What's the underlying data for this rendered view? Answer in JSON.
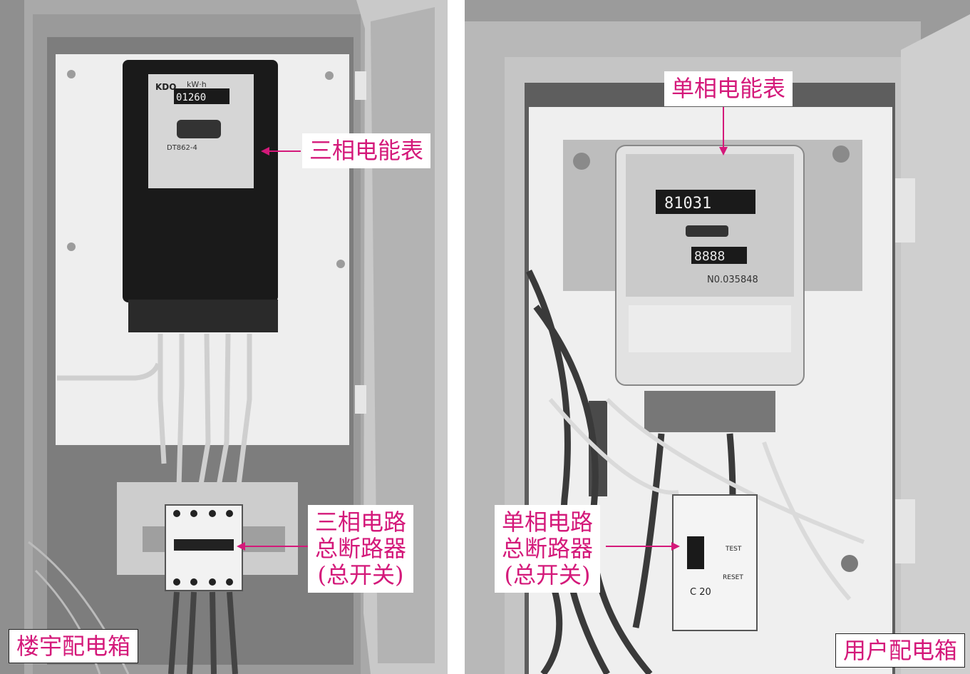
{
  "figure": {
    "colors": {
      "label": "#d4197a",
      "leader": "#d4197a",
      "background": "#ffffff"
    }
  },
  "left_panel": {
    "caption": "楼宇配电箱",
    "meter_brand": "KDO",
    "meter_unit": "kW·h",
    "meter_reading": "01260",
    "meter_model": "DT862-4",
    "labels": {
      "meter": "三相电能表",
      "breaker_line1": "三相电路",
      "breaker_line2": "总断路器",
      "breaker_line3": "(总开关)"
    }
  },
  "right_panel": {
    "caption": "用户配电箱",
    "meter_reading": "81031",
    "prepay_display": "8888",
    "serial": "N0.035848",
    "rcd_rating": "C 20",
    "rcd_test": "TEST",
    "rcd_reset": "RESET",
    "labels": {
      "meter": "单相电能表",
      "breaker_line1": "单相电路",
      "breaker_line2": "总断路器",
      "breaker_line3": "(总开关)"
    }
  }
}
